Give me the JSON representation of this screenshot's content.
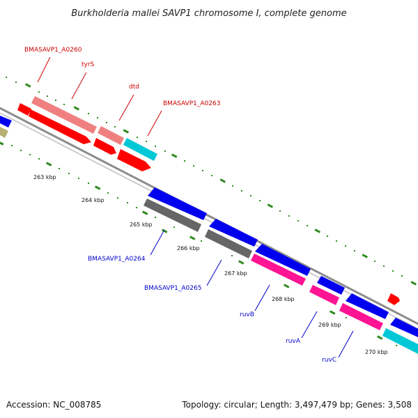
{
  "title": "Burkholderia mallei SAVP1 chromosome I, complete genome",
  "footer": {
    "accession": "Accession: NC_008785",
    "summary": "Topology: circular; Length: 3,497,479 bp; Genes: 3,508"
  },
  "colors": {
    "backbone": "#888888",
    "tick": "#2e8b1e",
    "label_forward": "#cc0000",
    "label_reverse": "#0000cc"
  },
  "scale": {
    "unit": "kbp",
    "ticks": [
      "263 kbp",
      "264 kbp",
      "265 kbp",
      "266 kbp",
      "267 kbp",
      "268 kbp",
      "269 kbp",
      "270 kbp"
    ]
  },
  "gene_labels": [
    {
      "id": "BMASAVP1_A0260",
      "text": "BMASAVP1_A0260",
      "strand": "forward"
    },
    {
      "id": "tyrS",
      "text": "tyrS",
      "strand": "forward"
    },
    {
      "id": "dtd",
      "text": "dtd",
      "strand": "forward"
    },
    {
      "id": "BMASAVP1_A0263",
      "text": "BMASAVP1_A0263",
      "strand": "forward"
    },
    {
      "id": "BMASAVP1_A0264",
      "text": "BMASAVP1_A0264",
      "strand": "reverse"
    },
    {
      "id": "BMASAVP1_A0265",
      "text": "BMASAVP1_A0265",
      "strand": "reverse"
    },
    {
      "id": "ruvB",
      "text": "ruvB",
      "strand": "reverse"
    },
    {
      "id": "ruvA",
      "text": "ruvA",
      "strand": "reverse"
    },
    {
      "id": "ruvC",
      "text": "ruvC",
      "strand": "reverse"
    }
  ],
  "feature_colors": {
    "cds_forward": "#ff0000",
    "cds_reverse": "#0000ee",
    "gene_forward": "#f08080",
    "gene_reverse": "#666666",
    "pink": "#ff1493",
    "cyan": "#00c8d6",
    "olive": "#b8b070"
  }
}
